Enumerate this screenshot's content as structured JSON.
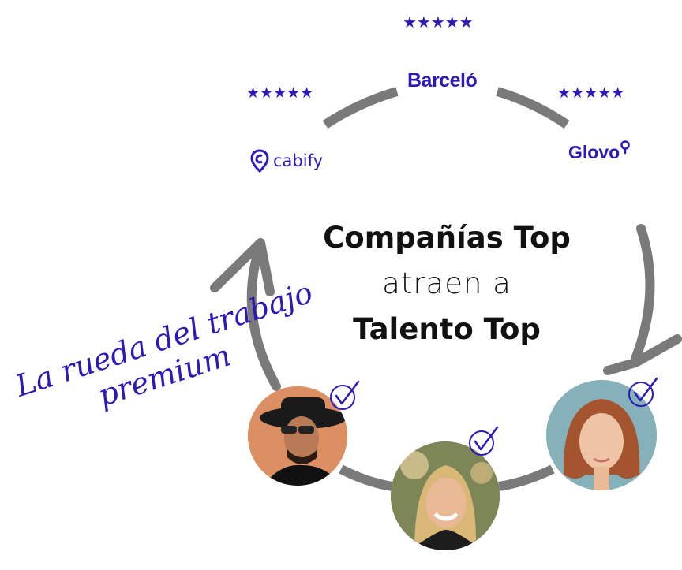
{
  "ratings": {
    "stars": "★★★★★"
  },
  "companies": {
    "barcelo": "Barceló",
    "cabify": "cabify",
    "glovo": "Glovo"
  },
  "headline": {
    "line1": "Compañías Top",
    "line2": "atraen a",
    "line3": "Talento Top"
  },
  "tagline": {
    "line1": "La rueda del trabajo",
    "line2": "premium"
  },
  "colors": {
    "brand": "#2b1ab8",
    "wheel": "#7a7a7a",
    "text": "#111111"
  },
  "icons": {
    "check": "check-icon",
    "star": "star-icon",
    "arrow": "arrow-icon"
  }
}
